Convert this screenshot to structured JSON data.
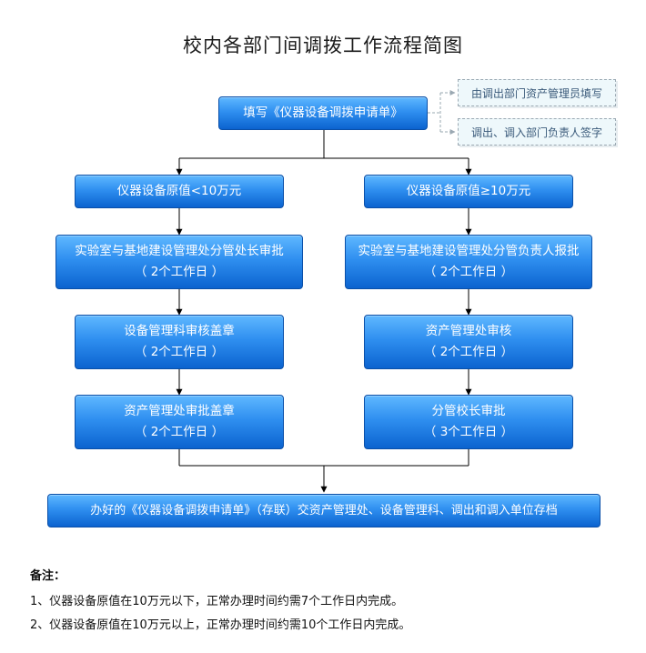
{
  "title": "校内各部门间调拨工作流程简图",
  "start": {
    "label": "填写《仪器设备调拨申请单》"
  },
  "notes": [
    {
      "label": "由调出部门资产管理员填写"
    },
    {
      "label": "调出、调入部门负责人签字"
    }
  ],
  "left_branch": {
    "condition": "仪器设备原值<10万元",
    "steps": [
      {
        "line1": "实验室与基地建设管理处分管处长审批",
        "line2": "（ 2个工作日 ）"
      },
      {
        "line1": "设备管理科审核盖章",
        "line2": "（ 2个工作日 ）"
      },
      {
        "line1": "资产管理处审批盖章",
        "line2": "（ 2个工作日 ）"
      }
    ]
  },
  "right_branch": {
    "condition": "仪器设备原值≥10万元",
    "steps": [
      {
        "line1": "实验室与基地建设管理处分管负责人报批",
        "line2": "（ 2个工作日 ）"
      },
      {
        "line1": "资产管理处审核",
        "line2": "（ 2个工作日 ）"
      },
      {
        "line1": "分管校长审批",
        "line2": "（ 3个工作日 ）"
      }
    ]
  },
  "end": {
    "label": "办好的《仪器设备调拨申请单》（存联）交资产管理处、设备管理科、调出和调入单位存档"
  },
  "remarks": {
    "heading": "备注：",
    "items": [
      "1、仪器设备原值在10万元以下，正常办理时间约需7个工作日内完成。",
      "2、仪器设备原值在10万元以上，正常办理时间约需10个工作日内完成。"
    ]
  },
  "colors": {
    "box_top": "#5fb8ff",
    "box_bottom": "#0b63cf",
    "box_border": "#0a4fa8",
    "note_bg": "#eef8fb",
    "note_border": "#9aa8b2"
  },
  "icons": {
    "flow_arrow": "arrow-down-icon",
    "note_connector": "dashed-arrow-icon"
  }
}
